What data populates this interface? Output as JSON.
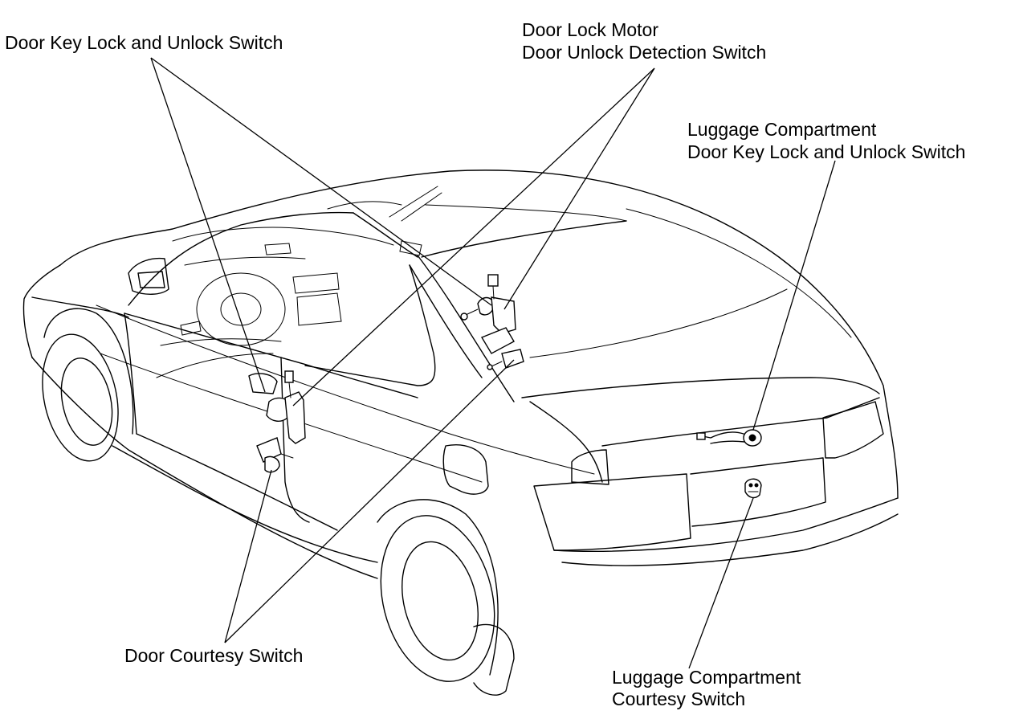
{
  "labels": {
    "door_key_switch": "Door Key Lock and Unlock Switch",
    "door_lock_motor": "Door Lock Motor",
    "door_unlock_detection": "Door Unlock Detection Switch",
    "luggage_key_switch_line1": "Luggage Compartment",
    "luggage_key_switch_line2": "Door Key Lock and Unlock Switch",
    "door_courtesy": "Door Courtesy Switch",
    "luggage_courtesy_line1": "Luggage Compartment",
    "luggage_courtesy_line2": "Courtesy Switch"
  }
}
